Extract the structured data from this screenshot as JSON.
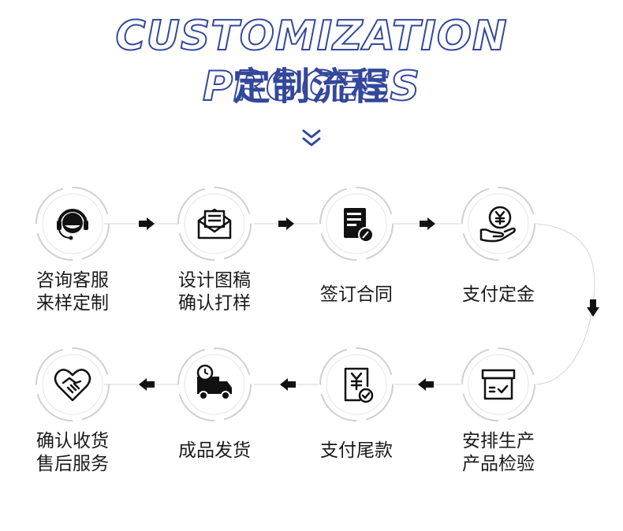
{
  "header": {
    "title_en": "CUSTOMIZATION PROCESS",
    "title_cn": "定制流程"
  },
  "colors": {
    "brand_blue": "#33489a",
    "icon_black": "#111111",
    "ring_gray": "#c9c9c9"
  },
  "steps": [
    {
      "id": 1,
      "icon": "headset-consultant-icon",
      "line1": "咨询客服",
      "line2": "来样定制"
    },
    {
      "id": 2,
      "icon": "envelope-design-icon",
      "line1": "设计图稿",
      "line2": "确认打样"
    },
    {
      "id": 3,
      "icon": "contract-sign-icon",
      "line1": "签订合同",
      "line2": ""
    },
    {
      "id": 4,
      "icon": "yuan-deposit-icon",
      "line1": "支付定金",
      "line2": ""
    },
    {
      "id": 5,
      "icon": "box-production-icon",
      "line1": "安排生产",
      "line2": "产品检验"
    },
    {
      "id": 6,
      "icon": "yuan-final-payment-icon",
      "line1": "支付尾款",
      "line2": ""
    },
    {
      "id": 7,
      "icon": "delivery-truck-icon",
      "line1": "成品发货",
      "line2": ""
    },
    {
      "id": 8,
      "icon": "handshake-heart-icon",
      "line1": "确认收货",
      "line2": "售后服务"
    }
  ]
}
